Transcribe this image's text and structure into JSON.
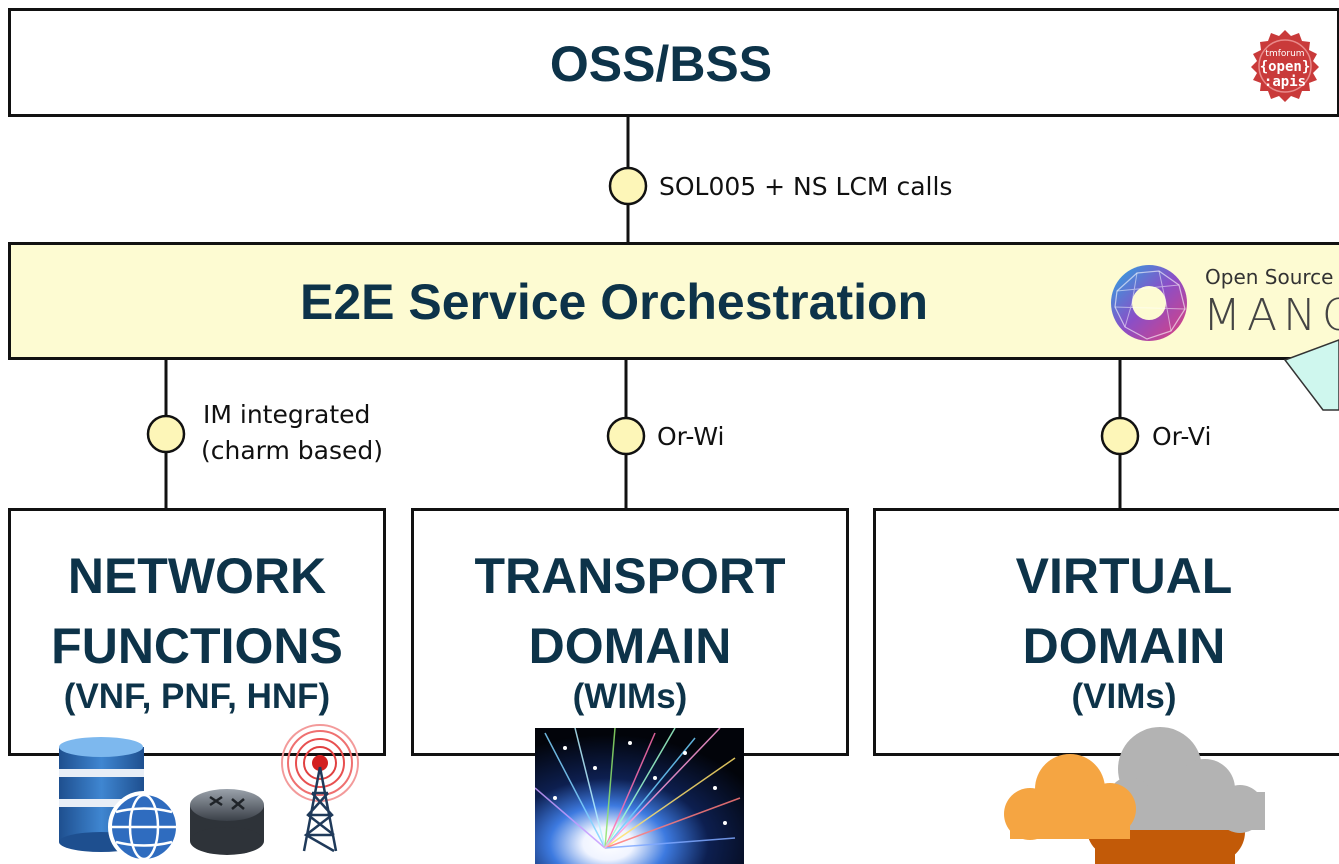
{
  "oss_bss": {
    "title": "OSS/BSS",
    "badge_lines": [
      "tmforum",
      "{open}",
      ":apis"
    ]
  },
  "interfaces": {
    "northbound": "SOL005 + NS LCM calls",
    "nf_line1": "IM integrated",
    "nf_line2": "(charm based)",
    "transport": "Or-Wi",
    "virtual": "Or-Vi"
  },
  "orchestration": {
    "title": "E2E Service Orchestration",
    "logo_line1": "Open Source",
    "logo_line2": "MANO"
  },
  "domains": [
    {
      "line1": "NETWORK",
      "line2": "FUNCTIONS",
      "sub": "(VNF, PNF, HNF)"
    },
    {
      "line1": "TRANSPORT",
      "line2": "DOMAIN",
      "sub": "(WIMs)"
    },
    {
      "line1": "VIRTUAL",
      "line2": "DOMAIN",
      "sub": "(VIMs)"
    }
  ],
  "colors": {
    "text_dark": "#0d3349",
    "orchestration_fill": "#fdfbd2",
    "connector_fill": "#fdf6b8",
    "callout_fill": "#cff7ee",
    "badge_red": "#c93a3a"
  },
  "icons": [
    "tmforum-open-api-badge",
    "osm-logo-icon",
    "database-globe-icon",
    "router-icon",
    "radio-tower-icon",
    "fiber-optics-image",
    "cloud-cluster-icon"
  ]
}
